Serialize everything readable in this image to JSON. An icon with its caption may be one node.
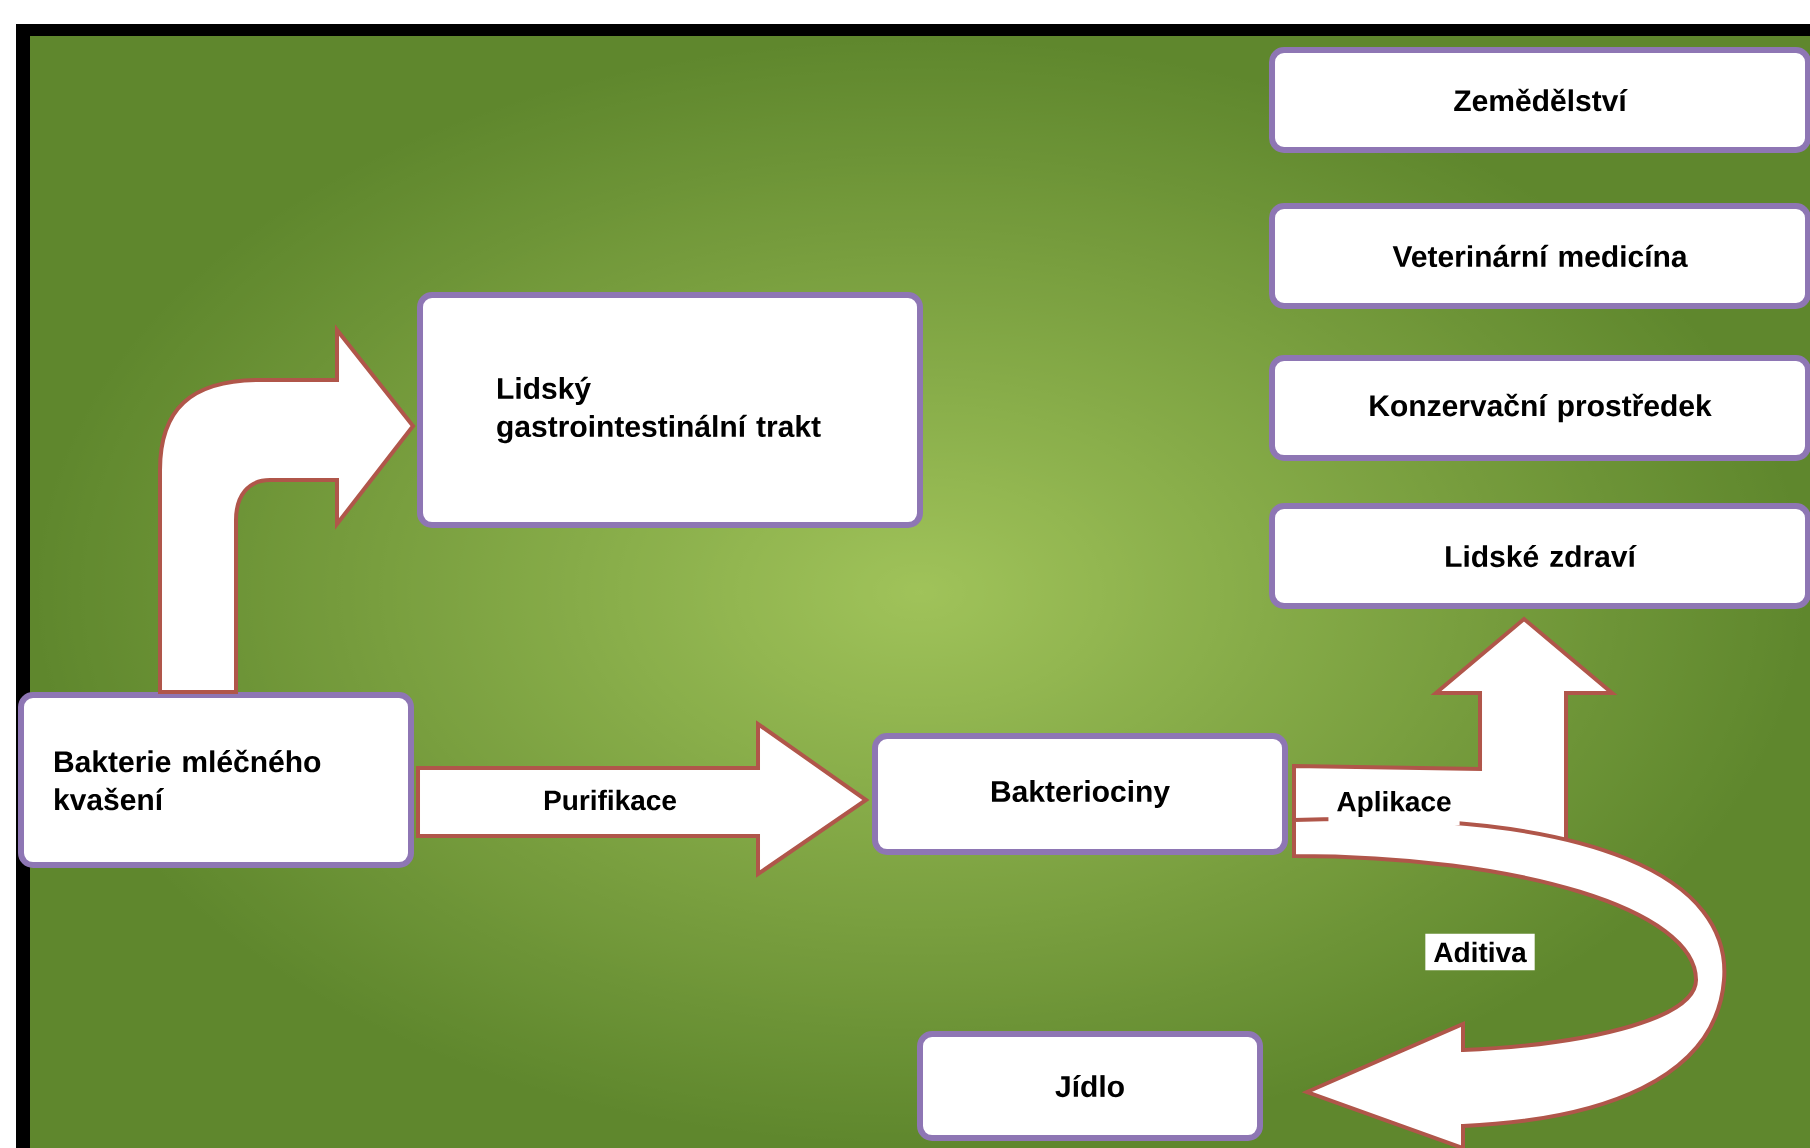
{
  "diagram": {
    "nodes": [
      {
        "text": [
          "Zemědělství"
        ]
      },
      {
        "text": [
          "Veterinární medicína"
        ]
      },
      {
        "text": [
          "Konzervační prostředek"
        ]
      },
      {
        "text": [
          "Lidské zdraví"
        ]
      },
      {
        "text": [
          "Lidský gastrointestinální trakt"
        ]
      },
      {
        "text": [
          "Bakterie mléčného kvašení"
        ]
      },
      {
        "text": [
          "Bakteriociny"
        ]
      },
      {
        "text": [
          "Jídlo"
        ]
      }
    ],
    "edges": [
      {
        "from": 5,
        "to": 4,
        "arrow": "to"
      },
      {
        "from": 5,
        "to": 6,
        "arrow": "to",
        "label": "Purifikace"
      },
      {
        "from": 6,
        "to": 3,
        "arrow": "to",
        "label": "Aplikace"
      },
      {
        "from": 6,
        "to": 7,
        "arrow": "to",
        "label": "Aditiva"
      }
    ]
  }
}
